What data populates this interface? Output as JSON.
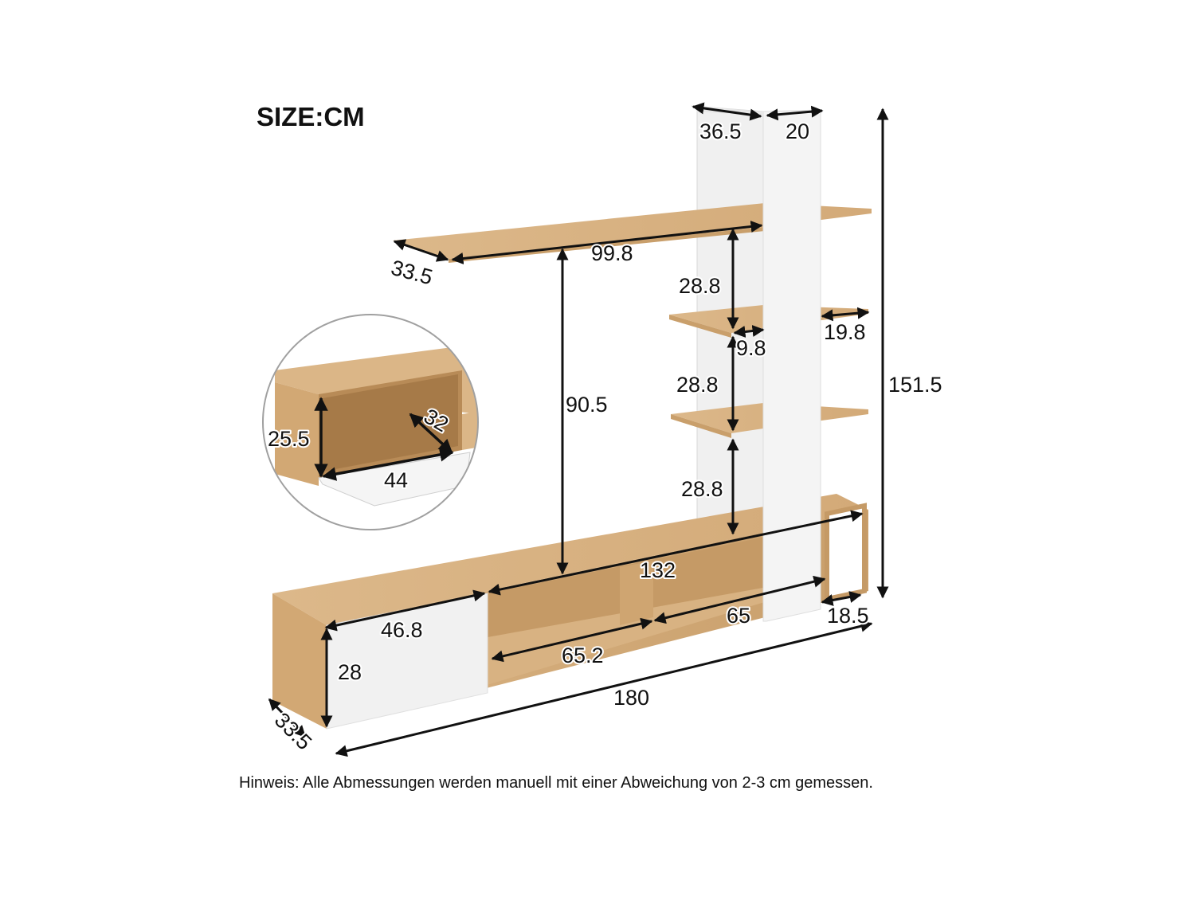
{
  "header": {
    "title": "SIZE:CM"
  },
  "footer": {
    "note": "Hinweis: Alle Abmessungen werden manuell mit einer Abweichung von 2-3 cm gemessen."
  },
  "colors": {
    "wood": "#d9b384",
    "wood_dark": "#c79e6c",
    "white_panel": "#f2f2f2",
    "white_panel_shade": "#e3e3e3",
    "arrow": "#111111",
    "circle_outline": "#a0a0a0"
  },
  "dimensions": {
    "tower_depth": "36.5",
    "tower_width": "20",
    "top_shelf_depth": "33.5",
    "top_shelf_width": "99.8",
    "shelf_gap_1": "28.8",
    "shelf_gap_2": "28.8",
    "shelf_gap_3": "28.8",
    "small_shelf_left": "9.8",
    "small_shelf_right": "19.8",
    "clearance_height": "90.5",
    "total_height": "151.5",
    "base_top_width": "132",
    "door_width": "46.8",
    "door_height": "28",
    "open_shelf_left": "65.2",
    "open_shelf_right": "65",
    "end_compartment": "18.5",
    "total_width": "180",
    "base_depth": "33.5"
  },
  "detail_inset": {
    "height": "25.5",
    "depth": "32",
    "width": "44"
  }
}
